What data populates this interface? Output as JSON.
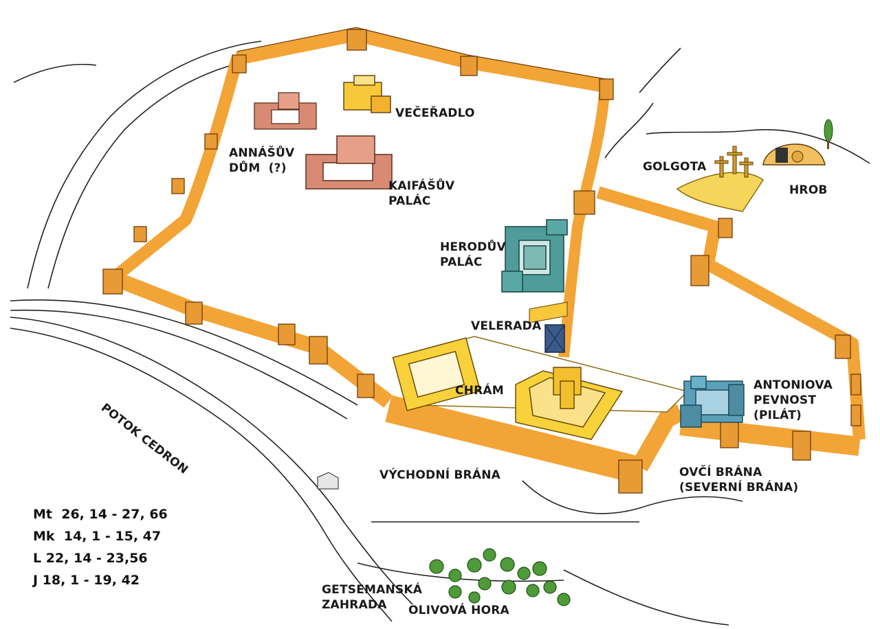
{
  "labels": {
    "vecerado": "VEČEŘADLO",
    "annas_house": "ANNÁŠŮV\nDŮM  (?)",
    "caiaphas_palace": "KAIFÁŠŮV\nPALÁC",
    "herod_palace": "HERODŮV\nPALÁC",
    "golgotha": "GOLGOTA",
    "tomb": "HROB",
    "council": "VELERADA",
    "temple": "CHRÁM",
    "antonia": "ANTONIOVA\nPEVNOST\n(PILÁT)",
    "east_gate": "VÝCHODNÍ BRÁNA",
    "sheep_gate": "OVČÍ BRÁNA\n(SEVERNÍ BRÁNA)",
    "kidron": "POTOK CEDRON",
    "gethsemane": "GETSEMANSKÁ\nZAHRADA",
    "mount_olives": "OLIVOVÁ HORA"
  },
  "references": [
    "Mt  26, 14 - 27, 66",
    "Mk  14, 1 - 15, 47",
    "L 22, 14 - 23,56",
    "J 18, 1 - 19, 42"
  ],
  "colors": {
    "wall": "#f2a436",
    "wall_dark": "#d9822a",
    "temple": "#f7d23a",
    "herod": "#4f9c9a",
    "antonia": "#5b9fb8",
    "caiaphas": "#d98a74",
    "golgotha": "#f6d55a",
    "tree": "#4e9b3a"
  },
  "icons": [
    "crosses-icon",
    "tomb-icon",
    "cypress-icon",
    "olive-tree-icon"
  ]
}
